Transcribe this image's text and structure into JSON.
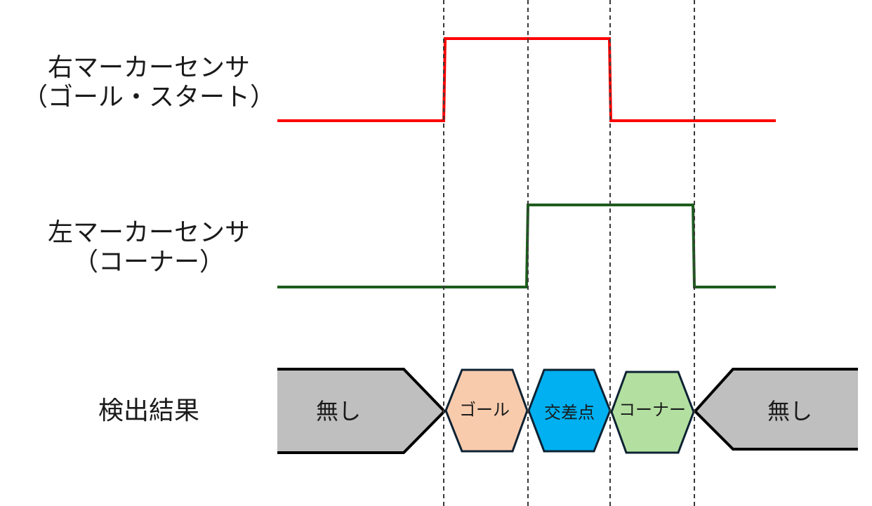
{
  "rows": {
    "right_sensor": {
      "line1": "右マーカーセンサ",
      "line2": "（ゴール・スタート）",
      "color": "#ff0000"
    },
    "left_sensor": {
      "line1": "左マーカーセンサ",
      "line2": "（コーナー）",
      "color": "#1e5c1e"
    },
    "result": {
      "label": "検出結果"
    }
  },
  "segments": {
    "none_left": {
      "label": "無し",
      "color": "#bfbfbf"
    },
    "goal": {
      "label": "ゴール",
      "color": "#f8cbad"
    },
    "cross": {
      "label": "交差点",
      "color": "#00b0f0"
    },
    "corner": {
      "label": "コーナー",
      "color": "#b3e0a0"
    },
    "none_right": {
      "label": "無し",
      "color": "#bfbfbf"
    }
  }
}
